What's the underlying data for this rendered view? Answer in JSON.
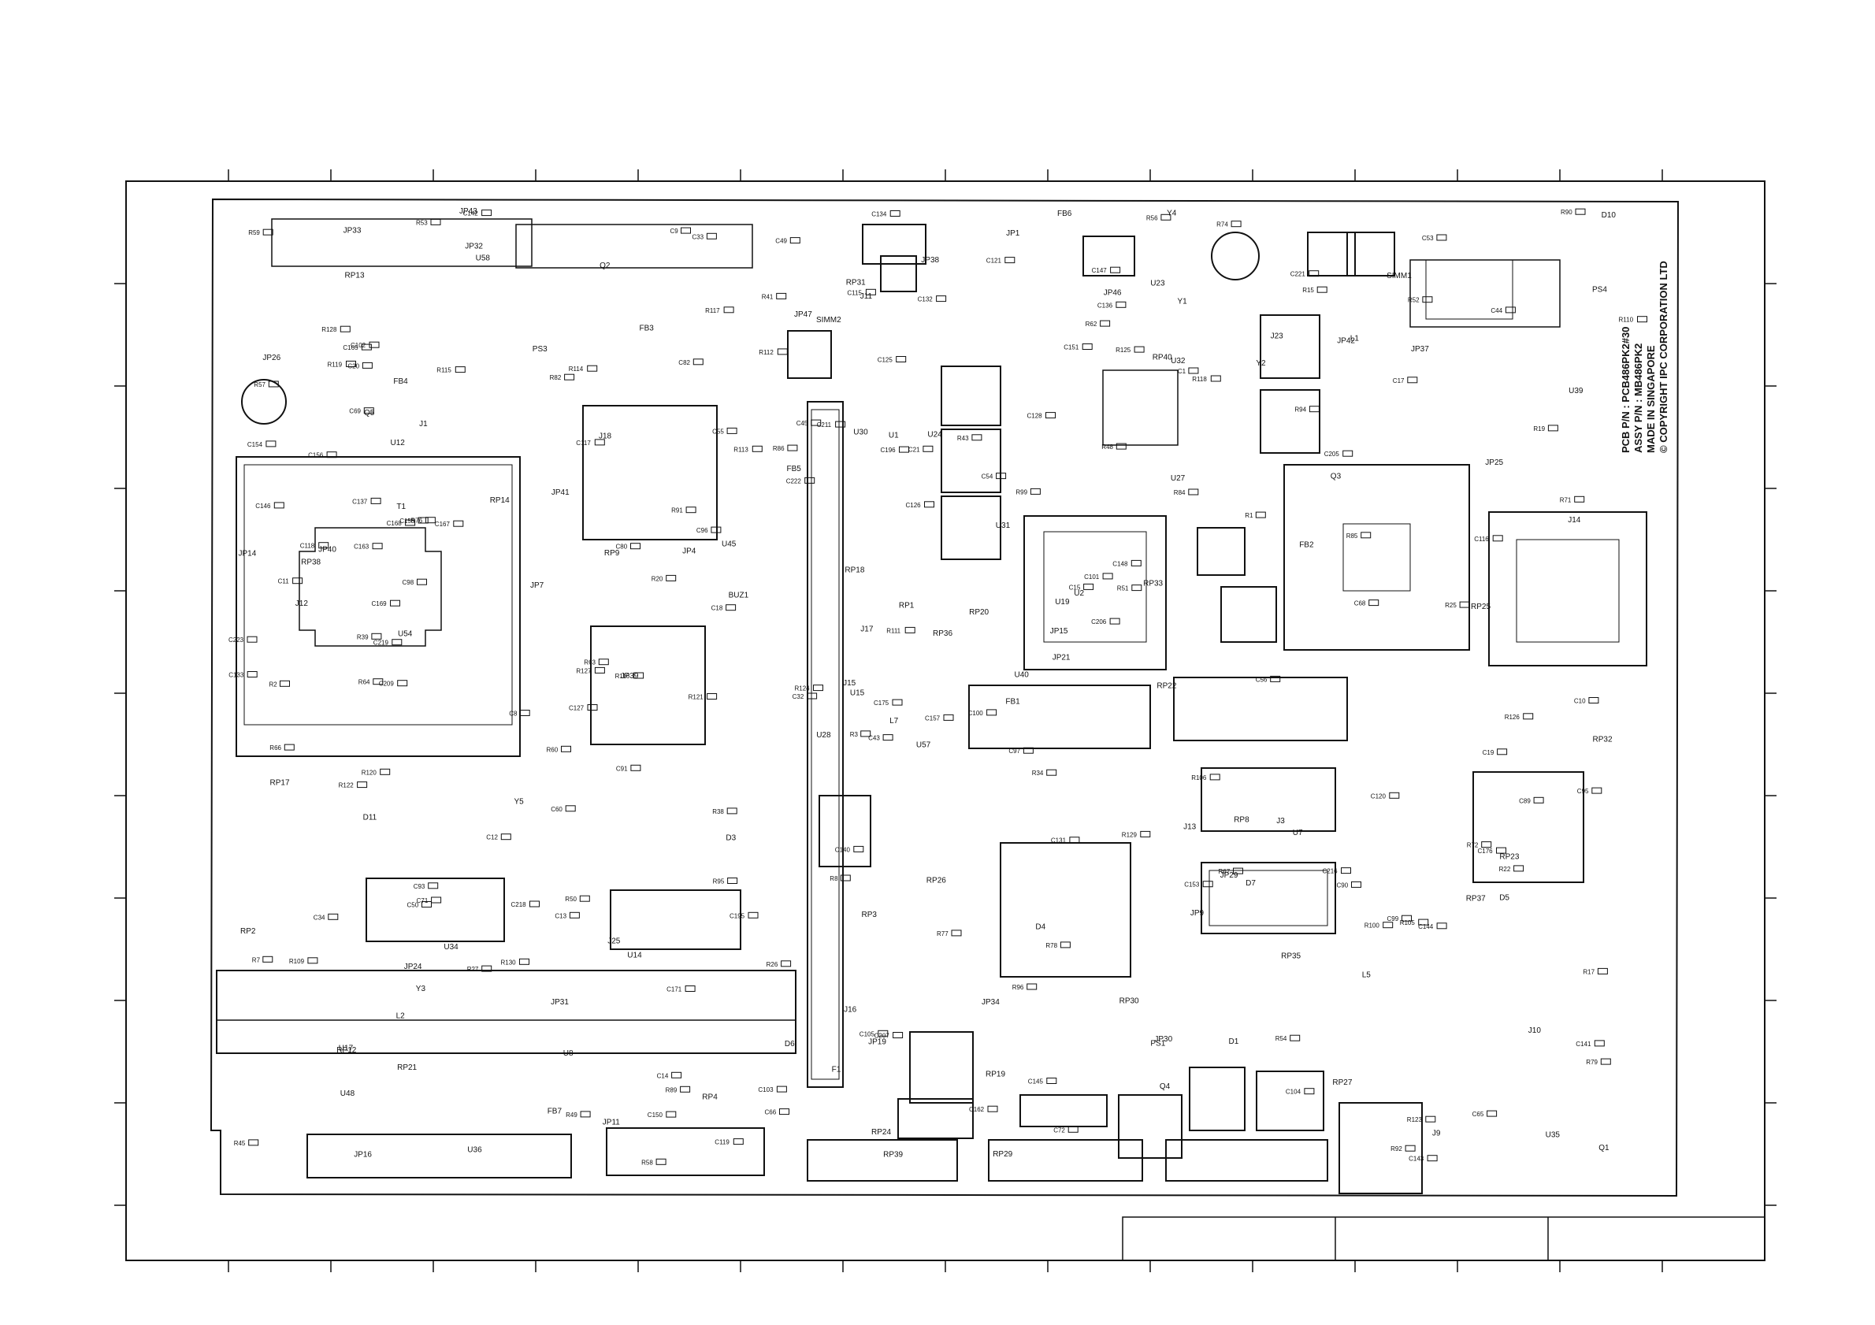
{
  "board": {
    "pcb_lines": [
      "PCB P/N : PCB486PK2#30",
      "ASSY P/N : MB486PK2",
      "MADE IN SINGAPORE",
      "© COPYRIGHT IPC CORPORATION LTD"
    ]
  },
  "parts": {
    "big_chips": [
      "U57",
      "U12",
      "U15",
      "U17",
      "U19",
      "U14",
      "U23",
      "U24",
      "U32",
      "U40",
      "U58",
      "U35",
      "U54",
      "U39",
      "U28",
      "U27",
      "U36",
      "U30",
      "U31",
      "U34",
      "U45",
      "U48",
      "U8",
      "U1",
      "U2",
      "U7"
    ],
    "connectors": [
      "J1",
      "J11",
      "J12",
      "J13",
      "J14",
      "J15",
      "J16",
      "J17",
      "J18",
      "J23",
      "J25",
      "J9",
      "J10",
      "J3"
    ],
    "jumpers": [
      "JP1",
      "JP4",
      "JP7",
      "JP9",
      "JP11",
      "JP14",
      "JP15",
      "JP16",
      "JP19",
      "JP21",
      "JP24",
      "JP25",
      "JP26",
      "JP29",
      "JP30",
      "JP31",
      "JP32",
      "JP33",
      "JP34",
      "JP37",
      "JP38",
      "JP39",
      "JP40",
      "JP41",
      "JP42",
      "JP43",
      "JP46",
      "JP47"
    ],
    "resistor_packs": [
      "RP1",
      "RP2",
      "RP3",
      "RP4",
      "RP8",
      "RP9",
      "RP12",
      "RP13",
      "RP14",
      "RP17",
      "RP18",
      "RP19",
      "RP20",
      "RP21",
      "RP22",
      "RP23",
      "RP24",
      "RP25",
      "RP26",
      "RP27",
      "RP29",
      "RP30",
      "RP31",
      "RP32",
      "RP33",
      "RP35",
      "RP36",
      "RP37",
      "RP38",
      "RP39",
      "RP40"
    ],
    "capacitors": [
      "C1",
      "C8",
      "C9",
      "C10",
      "C11",
      "C12",
      "C13",
      "C14",
      "C15",
      "C17",
      "C18",
      "C19",
      "C20",
      "C21",
      "C32",
      "C33",
      "C34",
      "C43",
      "C44",
      "C45",
      "C49",
      "C50",
      "C53",
      "C54",
      "C55",
      "C56",
      "C60",
      "C65",
      "C66",
      "C68",
      "C69",
      "C71",
      "C72",
      "C80",
      "C82",
      "C89",
      "C90",
      "C91",
      "C93",
      "C95",
      "C96",
      "C97",
      "C98",
      "C99",
      "C100",
      "C101",
      "C102",
      "C103",
      "C104",
      "C105",
      "C115",
      "C116",
      "C117",
      "C118",
      "C119",
      "C120",
      "C121",
      "C125",
      "C126",
      "C127",
      "C128",
      "C131",
      "C132",
      "C133",
      "C134",
      "C136",
      "C137",
      "C140",
      "C141",
      "C142",
      "C143",
      "C144",
      "C145",
      "C146",
      "C147",
      "C148",
      "C150",
      "C151",
      "C153",
      "C154",
      "C155",
      "C156",
      "C157",
      "C162",
      "C163",
      "C165",
      "C167",
      "C168",
      "C169",
      "C171",
      "C175",
      "C176",
      "C195",
      "C196",
      "C205",
      "C206",
      "C207",
      "C209",
      "C211",
      "C216",
      "C218",
      "C219",
      "C221",
      "C222",
      "C223"
    ],
    "resistors": [
      "R1",
      "R2",
      "R3",
      "R7",
      "R8",
      "R15",
      "R17",
      "R19",
      "R20",
      "R22",
      "R25",
      "R26",
      "R27",
      "R34",
      "R38",
      "R39",
      "R41",
      "R43",
      "R45",
      "R48",
      "R49",
      "R50",
      "R51",
      "R52",
      "R53",
      "R54",
      "R56",
      "R57",
      "R58",
      "R59",
      "R60",
      "R62",
      "R63",
      "R64",
      "R66",
      "R67",
      "R71",
      "R72",
      "R74",
      "R76",
      "R77",
      "R78",
      "R79",
      "R82",
      "R84",
      "R85",
      "R86",
      "R89",
      "R90",
      "R91",
      "R92",
      "R94",
      "R95",
      "R96",
      "R99",
      "R100",
      "R105",
      "R106",
      "R109",
      "R110",
      "R111",
      "R112",
      "R113",
      "R114",
      "R115",
      "R116",
      "R117",
      "R118",
      "R119",
      "R120",
      "R121",
      "R122",
      "R123",
      "R124",
      "R125",
      "R126",
      "R127",
      "R128",
      "R129",
      "R130"
    ],
    "misc": [
      "D1",
      "D3",
      "D4",
      "D5",
      "D6",
      "D7",
      "D10",
      "D11",
      "Q1",
      "Q2",
      "Q3",
      "Q4",
      "Q5",
      "L1",
      "L2",
      "L5",
      "L7",
      "Y1",
      "Y2",
      "Y3",
      "Y4",
      "Y5",
      "T1",
      "F1",
      "FB1",
      "FB2",
      "FB3",
      "FB4",
      "FB5",
      "FB6",
      "FB7",
      "BUZ1",
      "PS1",
      "PS3",
      "PS4",
      "SIMM1",
      "SIMM2"
    ]
  },
  "title_block": {
    "cells": [
      "",
      "",
      ""
    ]
  }
}
